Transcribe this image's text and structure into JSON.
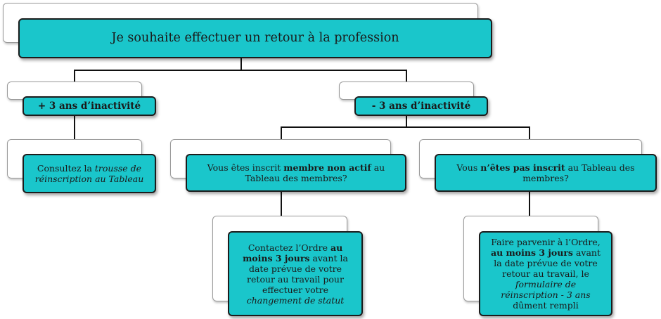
{
  "root": {
    "label": "Je souhaite effectuer un retour à la profession"
  },
  "branch_more": {
    "label": "+ 3 ans d’inactivité",
    "action": {
      "pre": "Consultez la ",
      "em": "trousse de réinscription au Tableau"
    }
  },
  "branch_less": {
    "label": "- 3 ans d’inactivité",
    "case_inactive": {
      "pre": "Vous êtes inscrit ",
      "bold": "membre non actif",
      "post": " au Tableau des membres?",
      "action": {
        "pre": "Contactez l’Ordre ",
        "bold": "au moins 3 jours",
        "mid": " avant la date prévue de votre retour au travail pour effectuer votre ",
        "em": "changement de statut"
      }
    },
    "case_not_registered": {
      "pre": "Vous ",
      "bold": "n’êtes pas inscrit",
      "post": " au Tableau des membres?",
      "action": {
        "pre": "Faire parvenir  à l’Ordre, ",
        "bold": "au moins 3 jours",
        "mid": " avant la date prévue de votre retour au travail, le ",
        "em": "formulaire de réinscription - 3 ans",
        "post": " dûment rempli"
      }
    }
  }
}
